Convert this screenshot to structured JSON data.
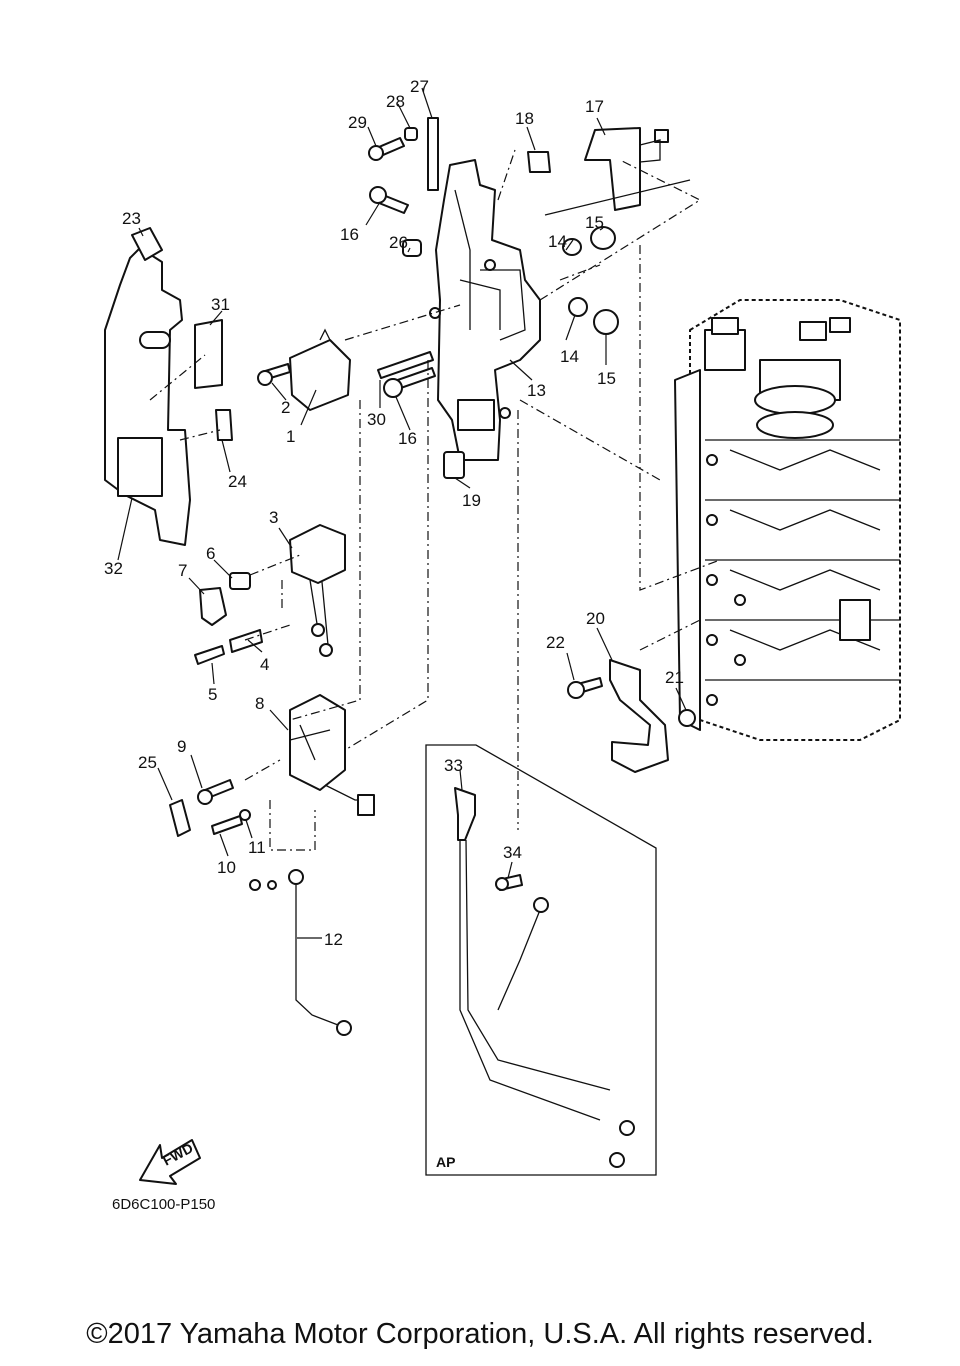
{
  "diagram": {
    "code": "6D6C100-P150",
    "copyright": "©2017 Yamaha Motor Corporation, U.S.A. All rights reserved.",
    "fwd_label": "FWD",
    "inset_label": "AP",
    "callouts": {
      "c1": "1",
      "c2": "2",
      "c3": "3",
      "c4": "4",
      "c5": "5",
      "c6": "6",
      "c7": "7",
      "c8": "8",
      "c9": "9",
      "c10": "10",
      "c11": "11",
      "c12": "12",
      "c13": "13",
      "c14a": "14",
      "c14b": "14",
      "c15a": "15",
      "c15b": "15",
      "c16a": "16",
      "c16b": "16",
      "c17": "17",
      "c18": "18",
      "c19": "19",
      "c20": "20",
      "c21": "21",
      "c22": "22",
      "c23": "23",
      "c24": "24",
      "c25": "25",
      "c26": "26",
      "c27": "27",
      "c28": "28",
      "c29": "29",
      "c30": "30",
      "c31": "31",
      "c32": "32",
      "c33": "33",
      "c34": "34"
    }
  }
}
